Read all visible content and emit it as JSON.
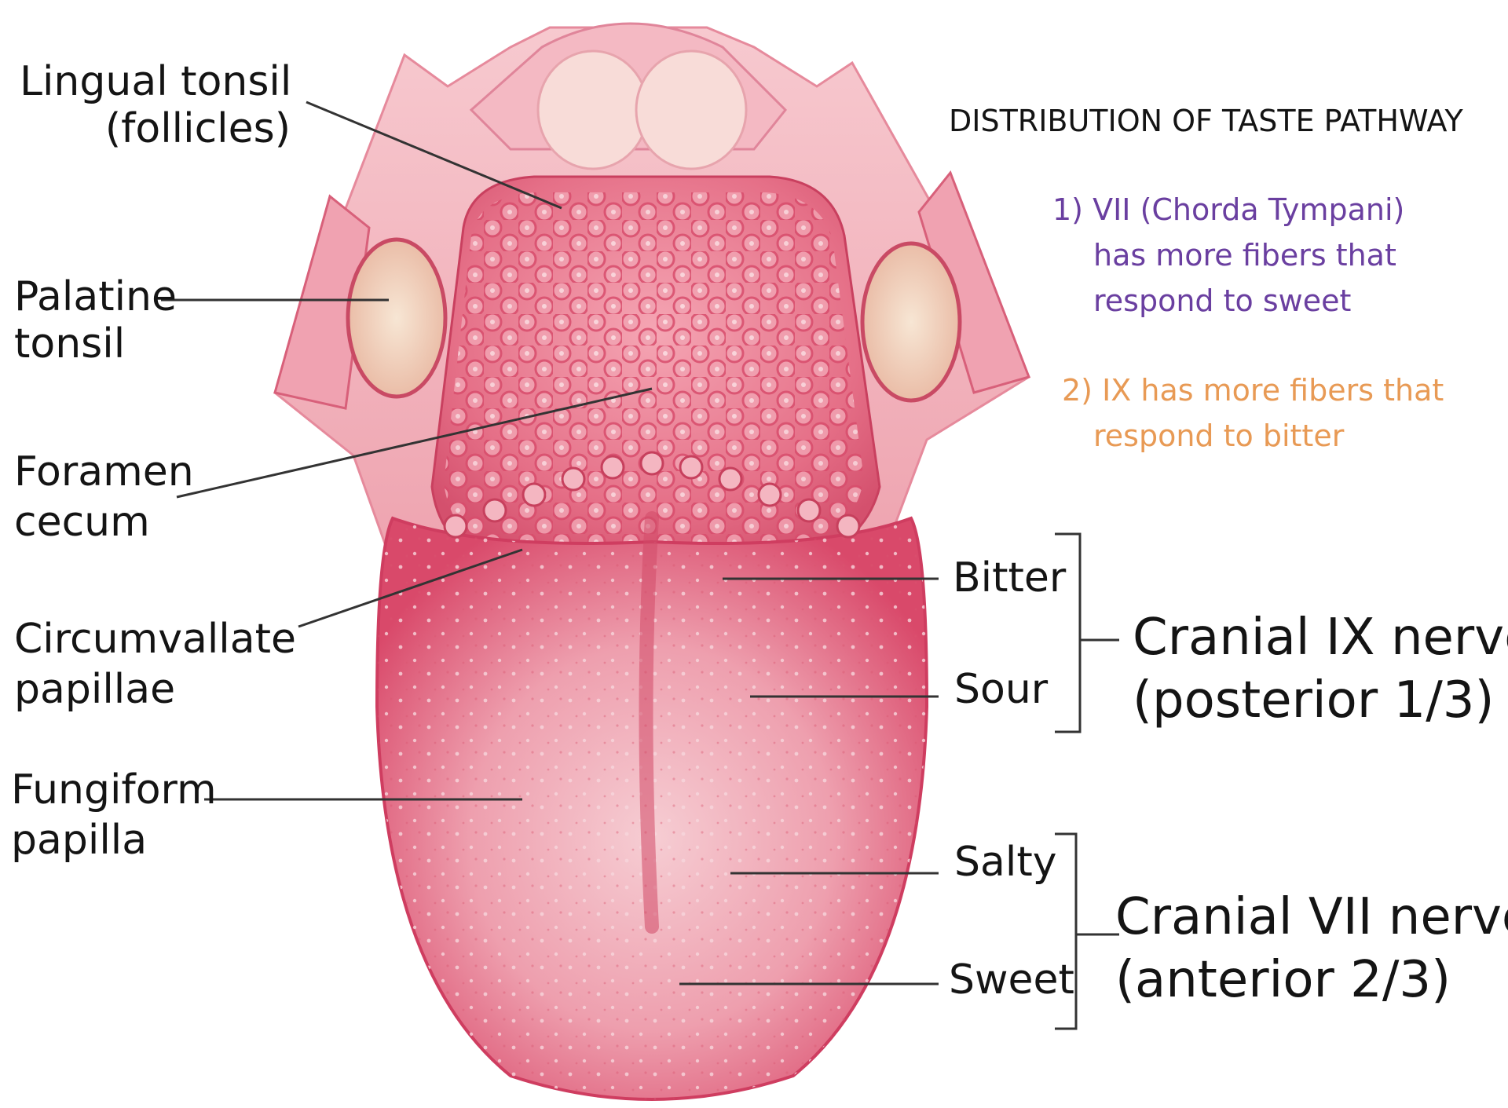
{
  "header": {
    "title": "DISTRIBUTION OF TASTE PATHWAY"
  },
  "notes": [
    {
      "line1": "1) VII (Chorda Tympani)",
      "line2": "has more fibers that",
      "line3": "respond to sweet",
      "color": "#6a3fa0"
    },
    {
      "line1": "2) IX has more fibers that",
      "line2": "respond to bitter",
      "color": "#e89a55"
    }
  ],
  "left_labels": {
    "lingual_tonsil": {
      "line1": "Lingual tonsil",
      "line2": "(follicles)"
    },
    "palatine_tonsil": {
      "line1": "Palatine",
      "line2": "tonsil"
    },
    "foramen_cecum": {
      "line1": "Foramen",
      "line2": "cecum"
    },
    "circumvallate": {
      "line1": "Circumvallate",
      "line2": "papillae"
    },
    "fungiform": {
      "line1": "Fungiform",
      "line2": "papilla"
    }
  },
  "tastes": {
    "bitter": "Bitter",
    "sour": "Sour",
    "salty": "Salty",
    "sweet": "Sweet"
  },
  "nerves": {
    "ix": {
      "line1": "Cranial IX nerve",
      "line2": "(posterior 1/3)"
    },
    "vii": {
      "line1": "Cranial VII nerve",
      "line2": "(anterior 2/3)"
    }
  },
  "colors": {
    "tongue": "#e3647c",
    "tongue_light": "#f2b8c2",
    "root": "#e97a90",
    "tonsil": "#f2d6c0",
    "leader": "#333333",
    "purple_note": "#6a3fa0",
    "orange_note": "#e89a55"
  }
}
